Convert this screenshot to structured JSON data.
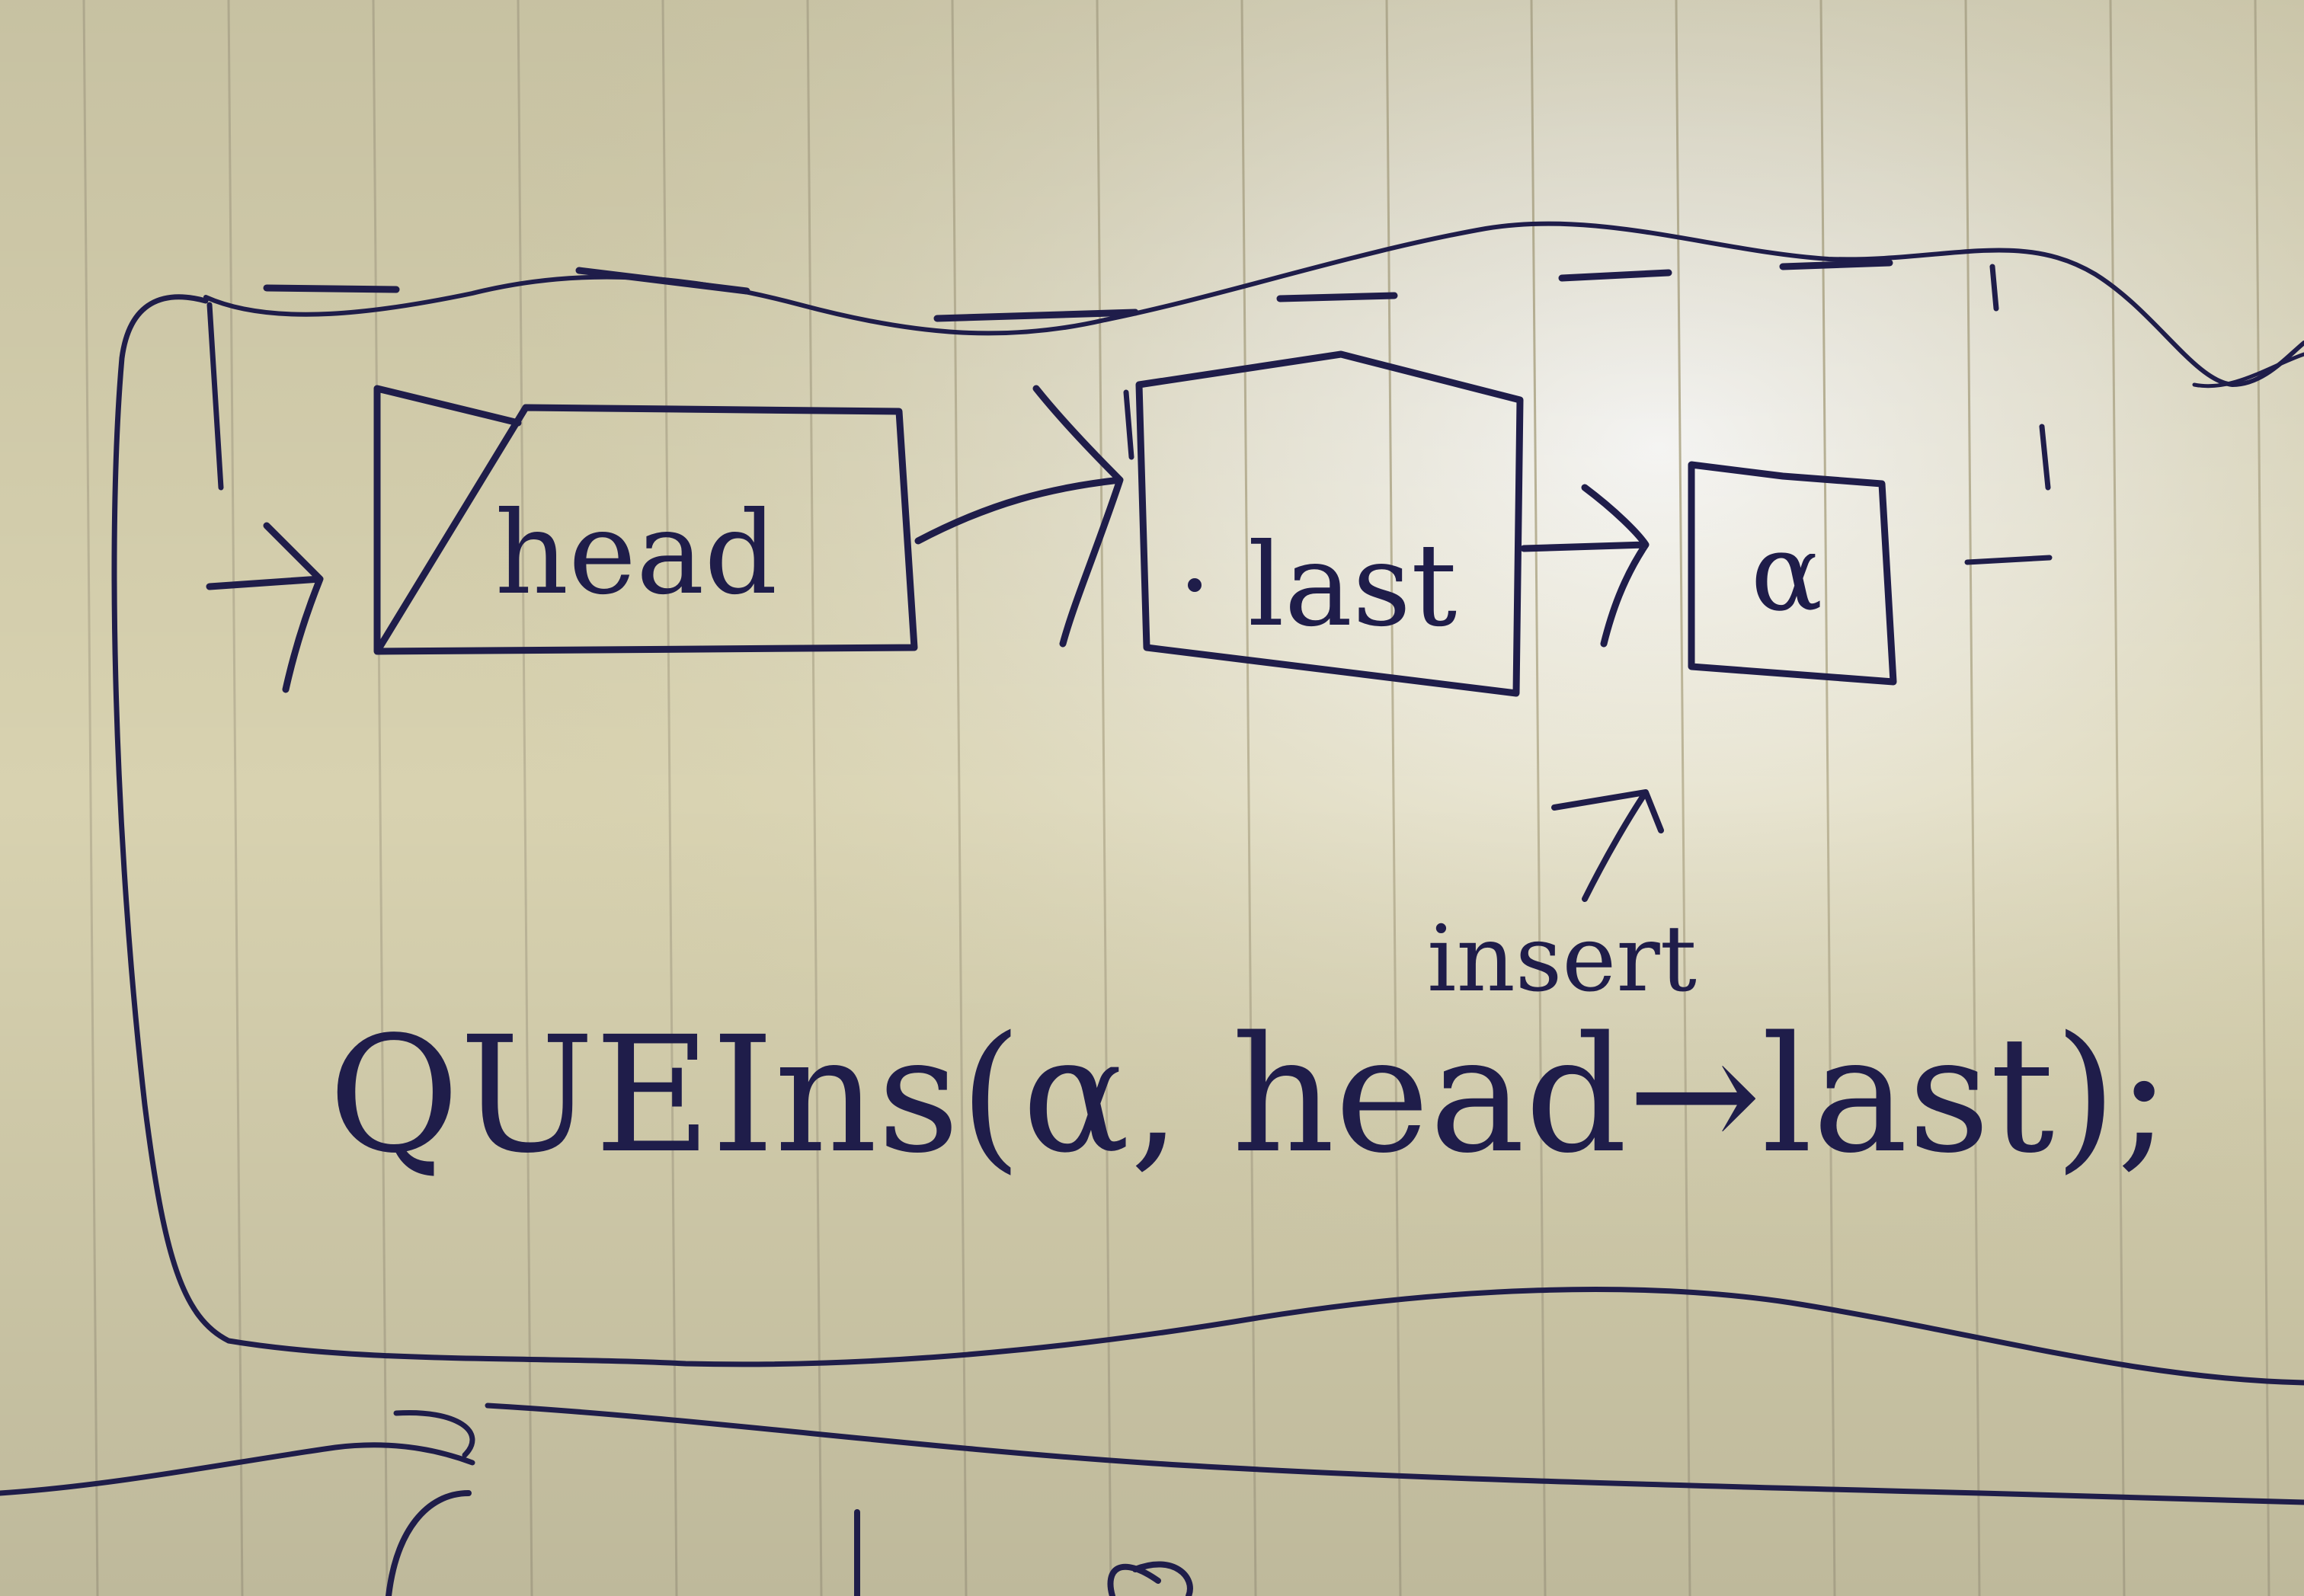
{
  "diagram": {
    "nodes": [
      {
        "id": "head",
        "label": "head"
      },
      {
        "id": "last",
        "label": "last"
      },
      {
        "id": "alpha",
        "label": "α"
      }
    ],
    "edges": [
      {
        "from": "head",
        "to": "last"
      },
      {
        "from": "last",
        "to": "alpha"
      }
    ],
    "insert_label": "insert",
    "call": "QUEIns(α, head→last);"
  },
  "colors": {
    "paper": "#d8d2b0",
    "paper_highlight": "#ffffff",
    "rule_line": "#bdb699",
    "ink": "#1f1d4a"
  }
}
